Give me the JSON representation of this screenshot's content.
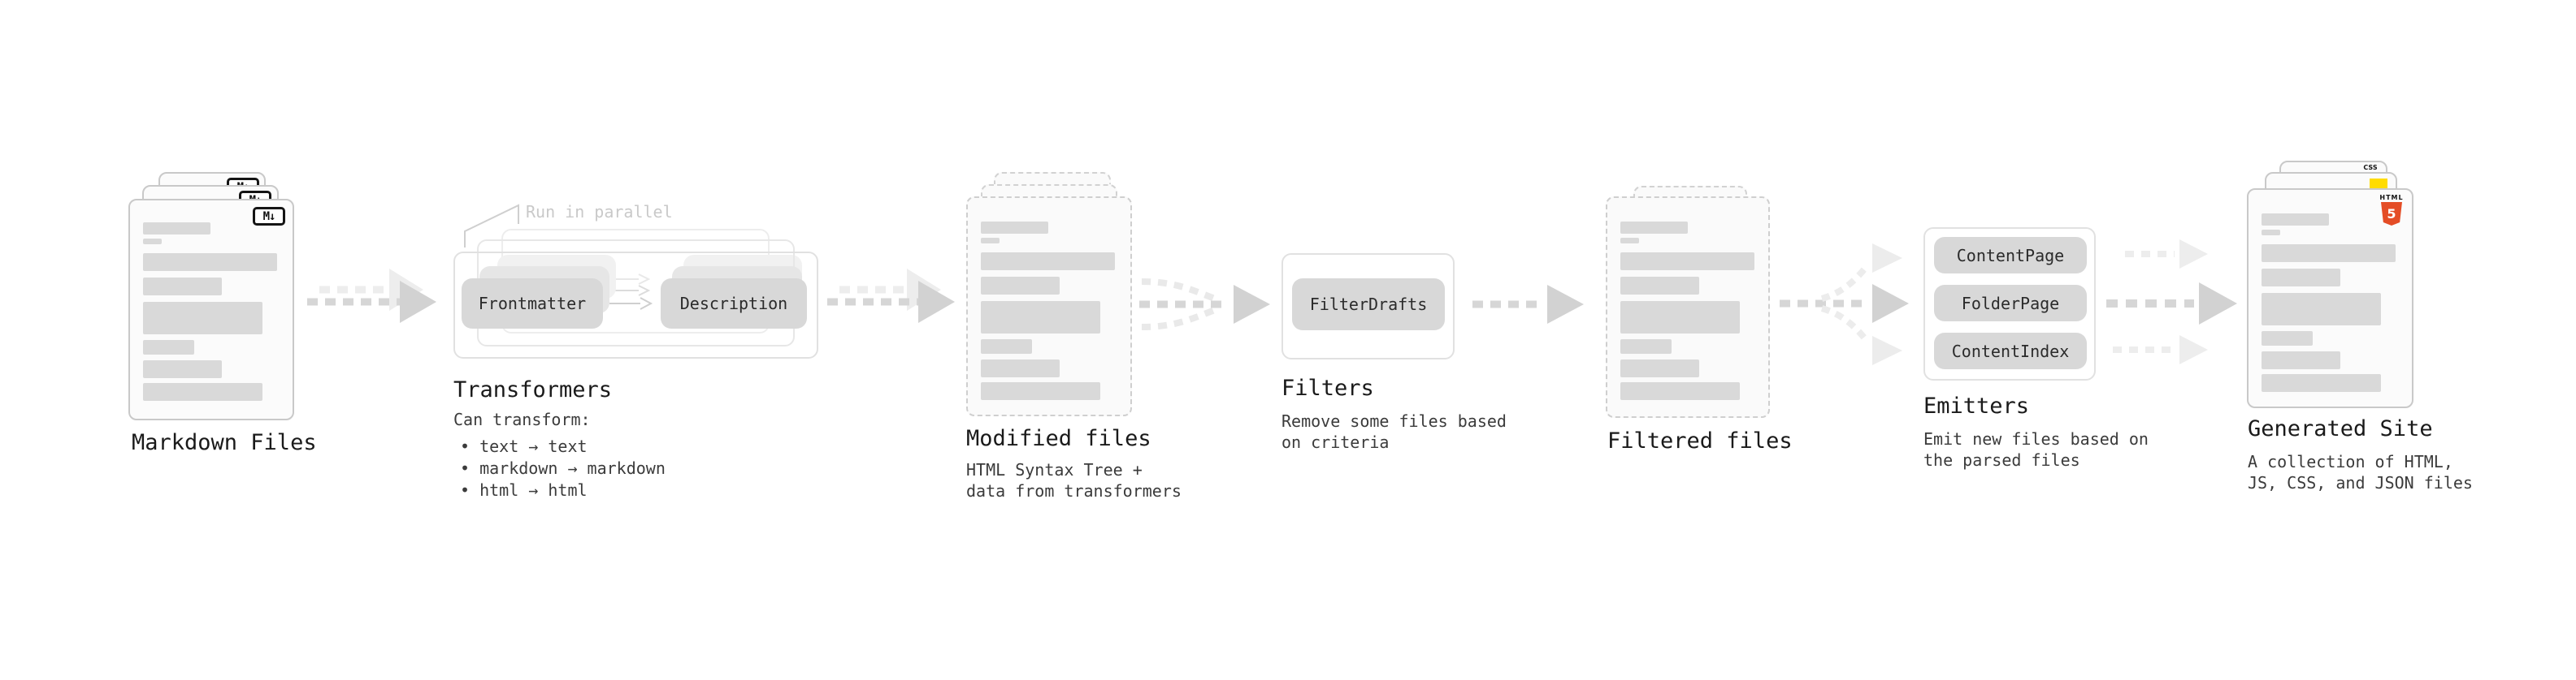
{
  "markdown_files": {
    "label": "Markdown Files",
    "icon_label": "M↓"
  },
  "transformers": {
    "callout": "Run in parallel",
    "left_box": "Frontmatter",
    "right_box": "Description",
    "title": "Transformers",
    "caption_heading": "Can transform:",
    "bullets": [
      "• text → text",
      "• markdown → markdown",
      "• html → html"
    ]
  },
  "modified_files": {
    "title": "Modified files",
    "caption": "HTML Syntax Tree +\ndata from transformers"
  },
  "filters": {
    "box": "FilterDrafts",
    "title": "Filters",
    "caption": "Remove some files based\non criteria"
  },
  "filtered_files": {
    "title": "Filtered files"
  },
  "emitters": {
    "boxes": [
      "ContentPage",
      "FolderPage",
      "ContentIndex"
    ],
    "title": "Emitters",
    "caption": "Emit new files based on\nthe parsed files"
  },
  "generated_site": {
    "title": "Generated Site",
    "caption": "A collection of HTML,\nJS, CSS, and JSON files",
    "html_icon_word": "HTML",
    "html_icon_number": "5",
    "css_badge": "CSS"
  },
  "colors": {
    "arrow_main": "#d2d2d2",
    "arrow_ghost": "#ededed",
    "doc_border": "#c9c9c9",
    "pill_fill": "#d8d8d8",
    "html5_orange": "#e44d26",
    "js_yellow": "#ffdc00",
    "css_blue": "#2563eb"
  }
}
